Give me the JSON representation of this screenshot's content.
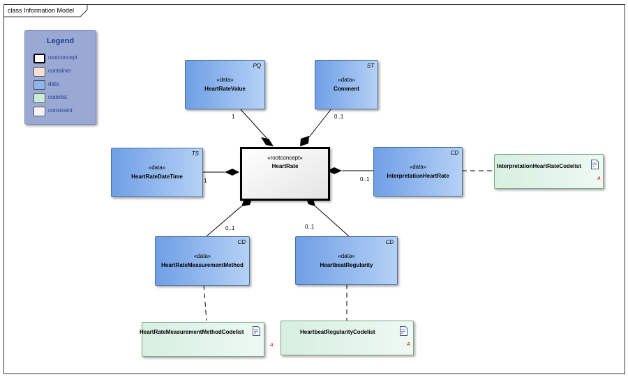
{
  "frame": {
    "title": "class Information Model"
  },
  "legend": {
    "title": "Legend",
    "items": [
      {
        "label": "rootconcept",
        "color": "#ffffff"
      },
      {
        "label": "container",
        "color": "#f7e0d4"
      },
      {
        "label": "data",
        "color": "#8db4ee"
      },
      {
        "label": "codelist",
        "color": "#c9ecd7"
      },
      {
        "label": "constraint",
        "color": "#f4f4f8"
      }
    ]
  },
  "root": {
    "stereotype": "«rootconcept»",
    "name": "HeartRate"
  },
  "classes": {
    "heart_rate_value": {
      "stereotype": "«data»",
      "name": "HeartRateValue",
      "type": "PQ"
    },
    "comment": {
      "stereotype": "«data»",
      "name": "Comment",
      "type": "ST"
    },
    "heart_rate_date_time": {
      "stereotype": "«data»",
      "name": "HeartRateDateTime",
      "type": "TS"
    },
    "interpretation_heart_rate": {
      "stereotype": "«data»",
      "name": "InterpretationHeartRate",
      "type": "CD"
    },
    "heart_rate_measurement_method": {
      "stereotype": "«data»",
      "name": "HeartRateMeasurementMethod",
      "type": "CD"
    },
    "heartbeat_regularity": {
      "stereotype": "«data»",
      "name": "HeartbeatRegularity",
      "type": "CD"
    }
  },
  "codelists": {
    "interpretation": {
      "name": "InterpretationHeartRateCodelist",
      "marker": "A"
    },
    "measurement_method": {
      "name": "HeartRateMeasurementMethodCodelist",
      "marker": "A"
    },
    "regularity": {
      "name": "HeartbeatRegularityCodelist",
      "marker": "A"
    }
  },
  "multiplicities": {
    "heart_rate_value": "1",
    "comment": "0..1",
    "heart_rate_date_time": "1",
    "interpretation_heart_rate": "0..1",
    "heart_rate_measurement_method": "0..1",
    "heartbeat_regularity": "0..1"
  }
}
